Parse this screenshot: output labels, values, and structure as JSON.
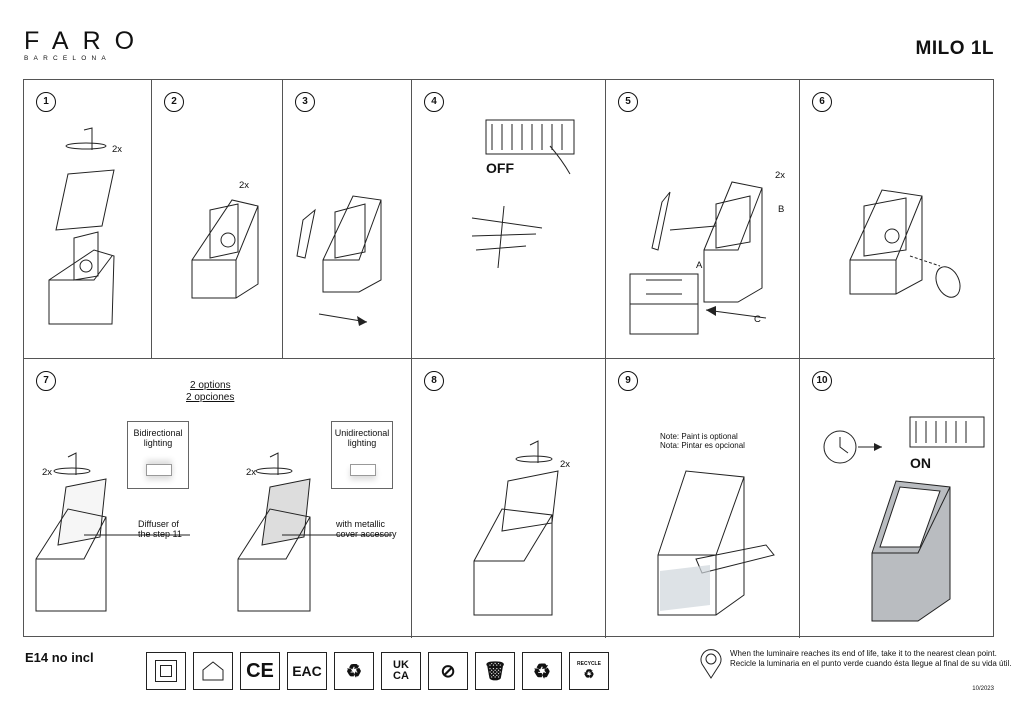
{
  "header": {
    "brand": "FARO",
    "brand_sub": "BARCELONA",
    "model": "MILO 1L"
  },
  "steps": [
    {
      "num": "1",
      "labels": {
        "screws": "2x"
      }
    },
    {
      "num": "2",
      "labels": {
        "screws": "2x"
      }
    },
    {
      "num": "3"
    },
    {
      "num": "4",
      "labels": {
        "switch": "OFF"
      }
    },
    {
      "num": "5",
      "labels": {
        "screws": "2x",
        "a": "A",
        "b": "B",
        "c": "C"
      }
    },
    {
      "num": "6"
    },
    {
      "num": "7",
      "options_en": "2 options",
      "options_es": "2 opciones",
      "bidirectional": "Bidirectional lighting",
      "unidirectional": "Unidirectional lighting",
      "diffuser_1": "Diffuser of",
      "diffuser_2": "the step 11",
      "metallic_1": "with metallic",
      "metallic_2": "cover accesory",
      "screws_a": "2x",
      "screws_b": "2x"
    },
    {
      "num": "8",
      "labels": {
        "screws": "2x"
      }
    },
    {
      "num": "9",
      "note_en": "Note: Paint is optional",
      "note_es": "Nota: Pintar es opcional"
    },
    {
      "num": "10",
      "labels": {
        "switch": "ON"
      }
    }
  ],
  "footer": {
    "bulb": "E14 no incl",
    "icons": [
      "class-ii-icon",
      "indoor-use-icon",
      "ce-mark-icon",
      "eac-mark-icon",
      "recycle-g-icon",
      "ukca-mark-icon",
      "no-disposal-icon",
      "weee-bin-icon",
      "recycling-icon",
      "recycle-box-icon"
    ],
    "ce": "CE",
    "eac": "EAC",
    "ukca_1": "UK",
    "ukca_2": "CA",
    "recycle_label": "RECYCLE",
    "eol_en": "When the luminaire reaches its end of life, take it to the nearest clean point.",
    "eol_es": "Recicle la luminaria en el punto verde cuando ésta llegue al final de su vida útil.",
    "date": "10/2023"
  }
}
